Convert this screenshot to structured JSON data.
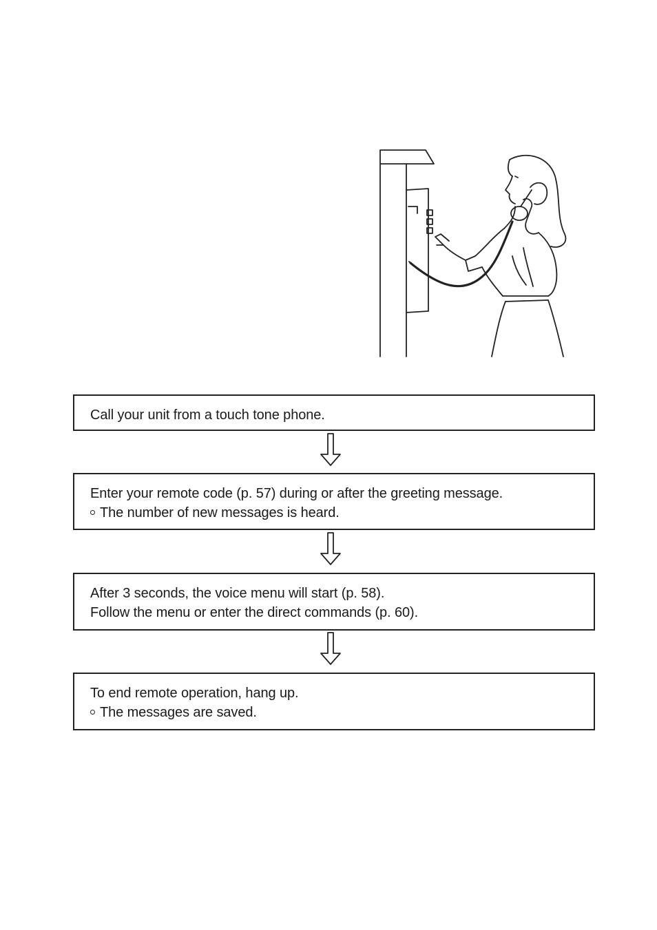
{
  "steps": [
    {
      "lines": [
        {
          "text": "Call your unit from a touch tone phone.",
          "bullet": false
        }
      ]
    },
    {
      "lines": [
        {
          "text": "Enter your remote code (p. 57) during or after the greeting message.",
          "bullet": false
        },
        {
          "text": "The number of new messages is heard.",
          "bullet": true
        }
      ]
    },
    {
      "lines": [
        {
          "text": "After 3 seconds, the voice menu will start (p. 58).",
          "bullet": false
        },
        {
          "text": "Follow the menu or enter the direct commands (p. 60).",
          "bullet": false
        }
      ]
    },
    {
      "lines": [
        {
          "text": "To end remote operation, hang up.",
          "bullet": false
        },
        {
          "text": "The messages are saved.",
          "bullet": true
        }
      ]
    }
  ],
  "icons": {
    "illustration": "woman-using-wall-payphone-illustration",
    "arrow": "down-arrow-icon",
    "bullet": "hollow-circle-bullet"
  }
}
